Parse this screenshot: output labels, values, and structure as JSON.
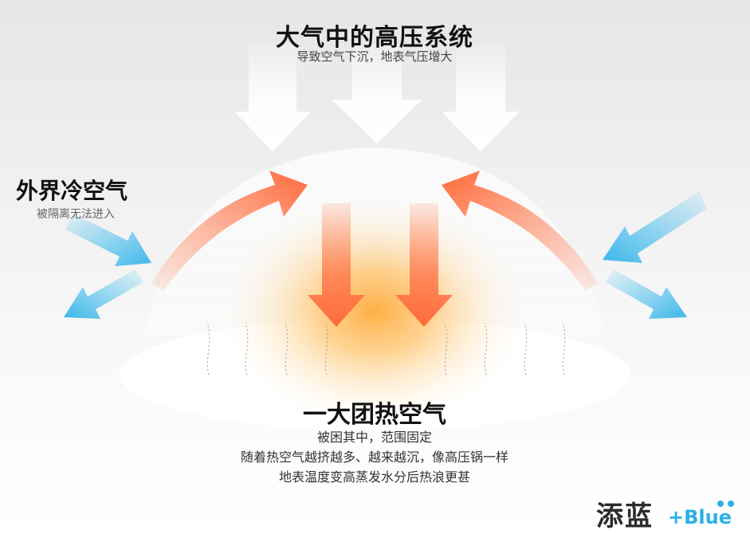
{
  "top": {
    "title": "大气中的高压系统",
    "subtitle": "导致空气下沉，地表气压增大"
  },
  "left": {
    "title": "外界冷空气",
    "subtitle": "被隔离无法进入"
  },
  "bottom": {
    "title": "一大团热空气",
    "lines": [
      "被困其中，范围固定",
      "随着热空气越挤越多、越来越沉，像高压锅一样",
      "地表温度变高蒸发水分后热浪更甚"
    ]
  },
  "brand": {
    "cn": "添蓝",
    "en": "+Blue"
  },
  "colors": {
    "high_pressure_arrow": "#ffffff",
    "warm_arrow": "#ff7a4d",
    "cold_arrow": "#4fc3ef",
    "warm_glow": "#ffb347",
    "brand_blue": "#2ab0e6"
  }
}
